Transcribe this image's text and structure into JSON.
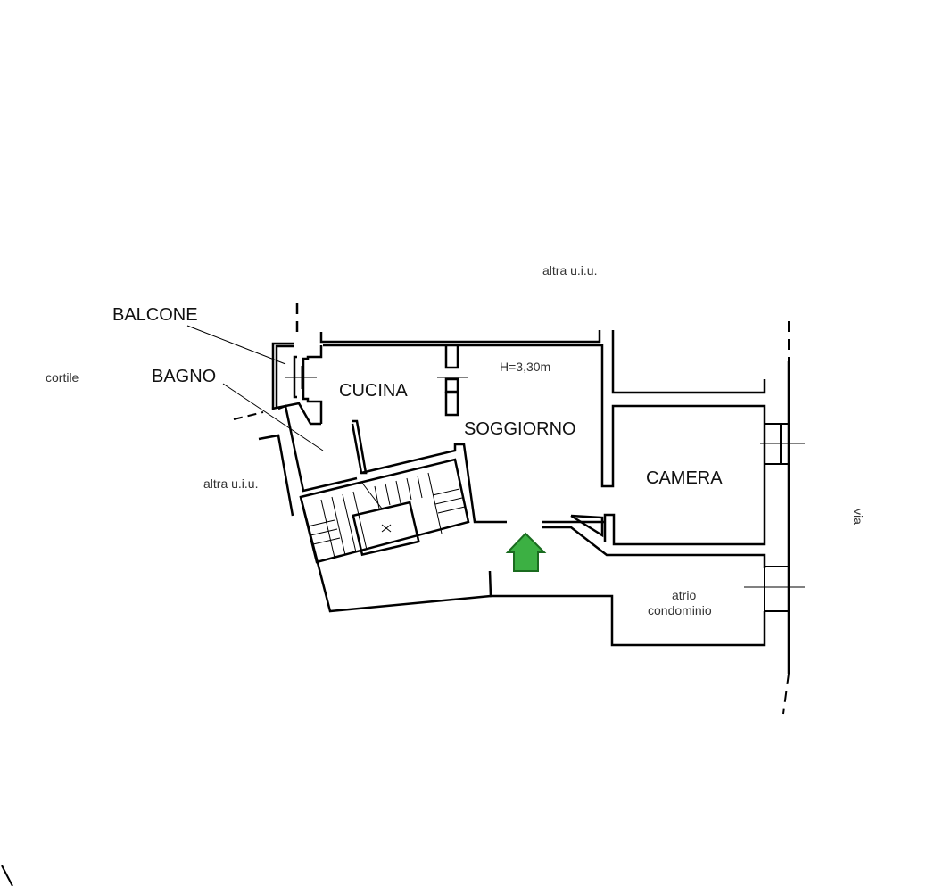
{
  "plan": {
    "labels": {
      "altra_uiu_top": "altra u.i.u.",
      "balcone": "BALCONE",
      "cortile": "cortile",
      "bagno": "BAGNO",
      "cucina": "CUCINA",
      "height": "H=3,30m",
      "soggiorno": "SOGGIORNO",
      "camera": "CAMERA",
      "altra_uiu_left": "altra u.i.u.",
      "atrio": "atrio",
      "condominio": "condominio",
      "via": "via"
    },
    "colors": {
      "walls": "#000000",
      "entrance_arrow": "#3cb043"
    },
    "icons": {
      "entrance": "entrance-arrow-icon"
    }
  }
}
